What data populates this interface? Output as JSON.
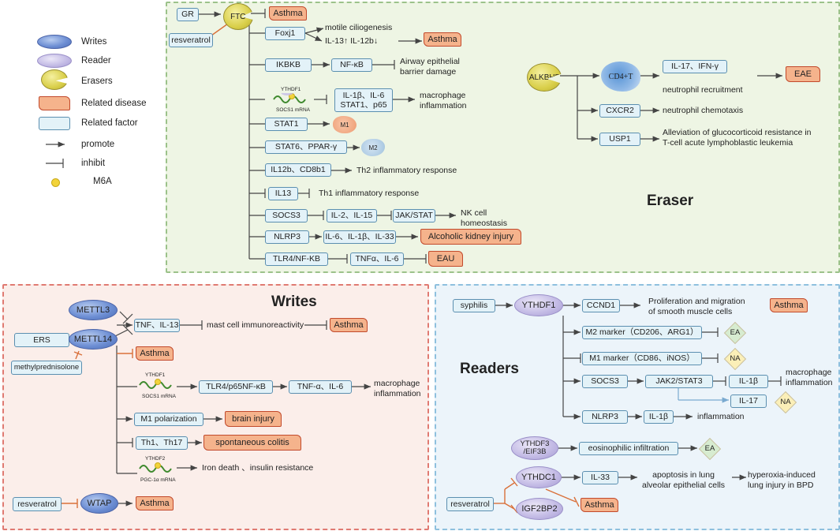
{
  "legend": {
    "writes": "Writes",
    "reader": "Reader",
    "erasers": "Erasers",
    "related_disease": "Related disease",
    "related_factor": "Related factor",
    "promote": "promote",
    "inhibit": "inhibit",
    "m6a": "M6A"
  },
  "eraser": {
    "title": "Eraser",
    "gr": "GR",
    "fto": "FTO",
    "resveratrol": "resveratrol",
    "asthma_top": "Asthma",
    "foxj1": "Foxj1",
    "motile": "motile ciliogenesis",
    "il13_il12b": "IL-13↑  IL-12b↓",
    "asthma2": "Asthma",
    "ikbkb": "IKBKB",
    "nfkb": "NF-κB",
    "airway": "Airway epithelial\nbarrier damage",
    "ythdf1_lbl": "YTHDF1",
    "socs1_mrna": "SOCS1 mRNA",
    "il1b_il6": "IL-1β、IL-6\nSTAT1、p65",
    "macro_infl": "macrophage\ninflammation",
    "stat1": "STAT1",
    "m1": "M1",
    "stat6": "STAT6、PPAR-γ",
    "m2": "M2",
    "il12b_cd8b1": "IL12b、CD8b1",
    "th2": "Th2 inflammatory response",
    "il13": "IL13",
    "th1": "Th1 inflammatory response",
    "socs3": "SOCS3",
    "il2_il15": "IL-2、IL-15",
    "jakstat": "JAK/STAT",
    "nk": "NK cell\nhomeostasis",
    "nlrp3": "NLRP3",
    "il6_il1b_il33": "IL-6、IL-1β、IL-33",
    "alcoholic": "Alcoholic kidney injury",
    "tlr4": "TLR4/NF-KB",
    "tnfa_il6": "TNFα、IL-6",
    "eau": "EAU",
    "alkbh5": "ALKBH5",
    "cd4t": "CD4+T",
    "il17_ifn": "IL-17、IFN-γ",
    "neutrophil_recruit": "neutrophil recruitment",
    "eae": "EAE",
    "cxcr2": "CXCR2",
    "neutrophil_chemo": "neutrophil chemotaxis",
    "usp1": "USP1",
    "alleviation": "Alleviation of glucocorticoid resistance in\nT-cell acute lymphoblastic leukemia"
  },
  "writes": {
    "title": "Writes",
    "mettl3": "METTL3",
    "mettl14": "METTL14",
    "ers": "ERS",
    "methylpred": "methylprednisolone",
    "tnf_il13": "TNF、IL-13",
    "mast": "mast cell immunoreactivity",
    "asthma_a": "Asthma",
    "asthma_b": "Asthma",
    "ythdf1_lbl": "YTHDF1",
    "socs1_mrna": "SOCS1 mRNA",
    "tlr4p65": "TLR4/p65NF-κB",
    "tnfa_il6": "TNF-α、IL-6",
    "macro_infl": "macrophage\ninflammation",
    "m1pol": "M1 polarization",
    "brain": "brain injury",
    "th1th17": "Th1、Th17",
    "colitis": "spontaneous colitis",
    "ythdf2_lbl": "YTHDF2",
    "pgc_mrna": "PGC-1α mRNA",
    "iron": "Iron death 、insulin resistance",
    "resveratrol": "resveratrol",
    "wtap": "WTAP",
    "asthma_c": "Asthma"
  },
  "readers": {
    "title": "Readers",
    "syphilis": "syphilis",
    "ythdf1": "YTHDF1",
    "ccnd1": "CCND1",
    "prolif": "Proliferation and migration\nof smooth muscle cells",
    "asthma_a": "Asthma",
    "m2marker": "M2 marker（CD206、ARG1）",
    "ea1": "EA",
    "m1marker": "M1 marker（CD86、iNOS）",
    "na1": "NA",
    "socs3": "SOCS3",
    "jak2": "JAK2/STAT3",
    "il1b_a": "IL-1β",
    "macro_infl": "macrophage\ninflammation",
    "il17": "IL-17",
    "na2": "NA",
    "nlrp3": "NLRP3",
    "il1b_b": "IL-1β",
    "inflammation": "inflammation",
    "ythdf3": "YTHDF3\n/EIF3B",
    "eos": "eosinophilic infiltration",
    "ea2": "EA",
    "ythdc1": "YTHDC1",
    "il33": "IL-33",
    "apoptosis": "apoptosis in lung\nalveolar epithelial cells",
    "hyperoxia": "hyperoxia-induced\nlung injury in BPD",
    "resveratrol": "resveratrol",
    "igf2bp2": "IGF2BP2",
    "asthma_b": "Asthma"
  },
  "colors": {
    "eraser_bg": "#eef5e4",
    "eraser_border": "#9cc28a",
    "writes_bg": "#fbeeea",
    "writes_border": "#e07a72",
    "readers_bg": "#ecf4fa",
    "readers_border": "#8ec0de",
    "factor": "#e3f2f8",
    "disease": "#f5b38c",
    "inhibit_orange": "#d9703a"
  }
}
